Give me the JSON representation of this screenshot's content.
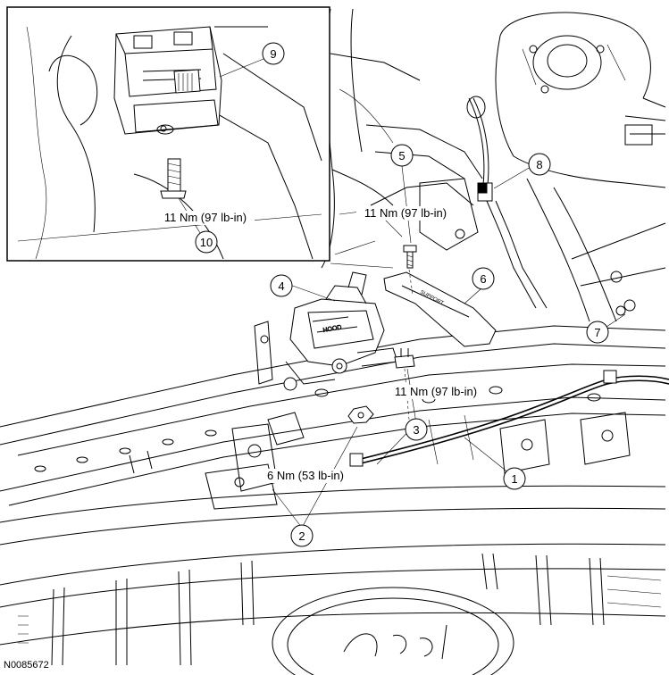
{
  "callouts": [
    "1",
    "2",
    "3",
    "4",
    "5",
    "6",
    "7",
    "8",
    "9",
    "10"
  ],
  "torque": {
    "inset": "11 Nm (97 lb-in)",
    "bolt5": "11 Nm (97 lb-in)",
    "bolt3": "11 Nm (97 lb-in)",
    "nut2": "6 Nm (53 lb-in)"
  },
  "figure_id": "N0085672"
}
